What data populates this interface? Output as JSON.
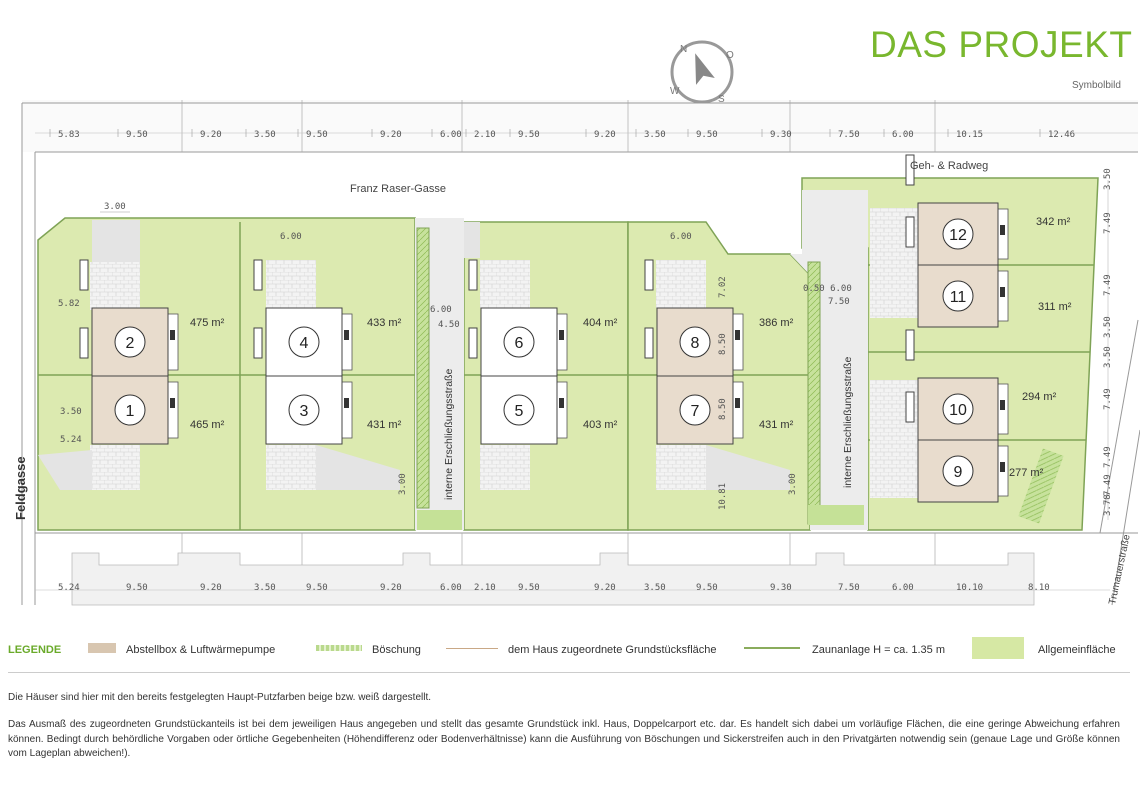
{
  "header": {
    "title": "DAS PROJEKT",
    "subtitle": "Symbolbild"
  },
  "compass": {
    "letters": [
      "N",
      "O",
      "S",
      "W"
    ]
  },
  "streets": {
    "top": "Franz Raser-Gasse",
    "path": "Geh- & Radweg",
    "left": "Feldgasse",
    "right": "Trumauerstraße",
    "internal_a": "interne Erschließungsstraße",
    "internal_b": "interne Erschließungsstraße"
  },
  "top_dims": [
    "5.83",
    "9.50",
    "9.20",
    "3.50",
    "9.50",
    "9.20",
    "6.00",
    "2.10",
    "9.50",
    "9.20",
    "3.50",
    "9.50",
    "9.30",
    "7.50",
    "6.00",
    "10.15",
    "12.46"
  ],
  "bottom_dims": [
    "5.24",
    "9.50",
    "9.20",
    "3.50",
    "9.50",
    "9.20",
    "6.00",
    "2.10",
    "9.50",
    "9.20",
    "3.50",
    "9.50",
    "9.30",
    "7.50",
    "6.00",
    "10.10",
    "8.10"
  ],
  "right_dims": [
    "3.50",
    "7.49",
    "7.49",
    "3.50",
    "3.50",
    "7.49",
    "7.49",
    "7.49",
    "3.78"
  ],
  "inner_dims": {
    "d3_00_top": "3.00",
    "d6_00_a": "6.00",
    "d6_00_b": "6.00",
    "d5_82": "5.82",
    "d3_50_left": "3.50",
    "d5_24_left": "5.24",
    "d6_00_mid": "6.00",
    "d4_50": "4.50",
    "d7_02": "7.02",
    "d8_50_a": "8.50",
    "d8_50_b": "8.50",
    "d10_81": "10.81",
    "d3_00_v_a": "3.00",
    "d3_00_v_b": "3.00",
    "d0_50_6_00": "0.50 6.00",
    "d7_50": "7.50"
  },
  "houses": [
    {
      "num": "1",
      "area": "465 m²"
    },
    {
      "num": "2",
      "area": "475 m²"
    },
    {
      "num": "3",
      "area": "431 m²"
    },
    {
      "num": "4",
      "area": "433 m²"
    },
    {
      "num": "5",
      "area": "403 m²"
    },
    {
      "num": "6",
      "area": "404 m²"
    },
    {
      "num": "7",
      "area": "431 m²"
    },
    {
      "num": "8",
      "area": "386 m²"
    },
    {
      "num": "9",
      "area": "277 m²"
    },
    {
      "num": "10",
      "area": "294 m²"
    },
    {
      "num": "11",
      "area": "311 m²"
    },
    {
      "num": "12",
      "area": "342 m²"
    }
  ],
  "legend": {
    "heading": "LEGENDE",
    "items": [
      {
        "label": "Abstellbox & Luftwärmepumpe",
        "color": "#d8c6b0"
      },
      {
        "label": "Böschung",
        "color": "#b9d98d"
      },
      {
        "label": "dem Haus zugeordnete Grundstücksfläche",
        "color": "#c9a886"
      },
      {
        "label": "Zaunanlage H = ca. 1.35 m",
        "color": "#8aac5c"
      },
      {
        "label": "Allgemeinfläche",
        "color": "#d6e8a4"
      }
    ]
  },
  "notes": {
    "line1": "Die Häuser sind hier mit den bereits festgelegten Haupt-Putzfarben beige bzw. weiß dargestellt.",
    "line2": "Das Ausmaß des zugeordneten Grundstückanteils ist bei dem jeweiligen Haus angegeben und stellt das gesamte Grundstück inkl. Haus, Doppelcarport etc. dar. Es handelt sich dabei um vorläufige Flächen, die eine geringe Abweichung erfahren können. Bedingt durch behördliche Vorgaben oder örtliche Gegebenheiten (Höhendifferenz oder Bodenverhältnisse) kann die Ausführung von Böschungen und Sickerstreifen auch in den Privatgärten notwendig sein (genaue Lage und Größe können vom Lageplan abweichen!)."
  },
  "colors": {
    "brand": "#79b72e",
    "lawn": "#dceab0",
    "house_beige": "#e8dccd",
    "house_white": "#ffffff",
    "road": "#e9e9e9",
    "fence": "#7fa356"
  }
}
